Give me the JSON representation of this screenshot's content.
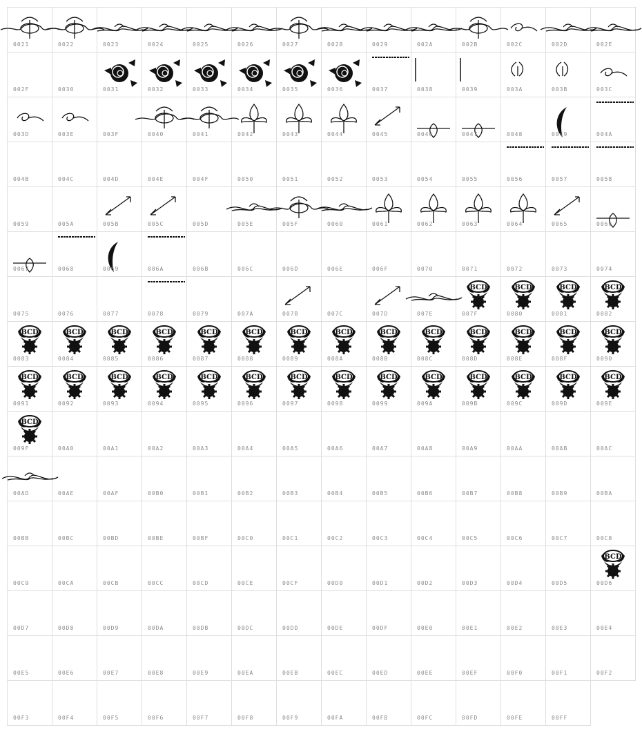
{
  "emblem_text": "BCD",
  "codes": [
    "0021",
    "0022",
    "0023",
    "0024",
    "0025",
    "0026",
    "0027",
    "0028",
    "0029",
    "002A",
    "002B",
    "002C",
    "002D",
    "002E",
    "002F",
    "0030",
    "0031",
    "0032",
    "0033",
    "0034",
    "0035",
    "0036",
    "0037",
    "0038",
    "0039",
    "003A",
    "003B",
    "003C",
    "003D",
    "003E",
    "003F",
    "0040",
    "0041",
    "0042",
    "0043",
    "0044",
    "0045",
    "0046",
    "0047",
    "0048",
    "0049",
    "004A",
    "004B",
    "004C",
    "004D",
    "004E",
    "004F",
    "0050",
    "0051",
    "0052",
    "0053",
    "0054",
    "0055",
    "0056",
    "0057",
    "0058",
    "0059",
    "005A",
    "005B",
    "005C",
    "005D",
    "005E",
    "005F",
    "0060",
    "0061",
    "0062",
    "0063",
    "0064",
    "0065",
    "0066",
    "0067",
    "0068",
    "0069",
    "006A",
    "006B",
    "006C",
    "006D",
    "006E",
    "006F",
    "0070",
    "0071",
    "0072",
    "0073",
    "0074",
    "0075",
    "0076",
    "0077",
    "0078",
    "0079",
    "007A",
    "007B",
    "007C",
    "007D",
    "007E",
    "007F",
    "0080",
    "0081",
    "0082",
    "0083",
    "0084",
    "0085",
    "0086",
    "0087",
    "0088",
    "0089",
    "008A",
    "008B",
    "008C",
    "008D",
    "008E",
    "008F",
    "0090",
    "0091",
    "0092",
    "0093",
    "0094",
    "0095",
    "0096",
    "0097",
    "0098",
    "0099",
    "009A",
    "009B",
    "009C",
    "009D",
    "009E",
    "009F",
    "00A0",
    "00A1",
    "00A2",
    "00A3",
    "00A4",
    "00A5",
    "00A6",
    "00A7",
    "00A8",
    "00A9",
    "00AA",
    "00AB",
    "00AC",
    "00AD",
    "00AE",
    "00AF",
    "00B0",
    "00B1",
    "00B2",
    "00B3",
    "00B4",
    "00B5",
    "00B6",
    "00B7",
    "00B8",
    "00B9",
    "00BA",
    "00BB",
    "00BC",
    "00BD",
    "00BE",
    "00BF",
    "00C0",
    "00C1",
    "00C2",
    "00C3",
    "00C4",
    "00C5",
    "00C6",
    "00C7",
    "00C8",
    "00C9",
    "00CA",
    "00CB",
    "00CC",
    "00CD",
    "00CE",
    "00CF",
    "00D0",
    "00D1",
    "00D2",
    "00D3",
    "00D4",
    "00D5",
    "00D6",
    "00D7",
    "00D8",
    "00D9",
    "00DA",
    "00DB",
    "00DC",
    "00DD",
    "00DE",
    "00DF",
    "00E0",
    "00E1",
    "00E2",
    "00E3",
    "00E4",
    "00E5",
    "00E6",
    "00E7",
    "00E8",
    "00E9",
    "00EA",
    "00EB",
    "00EC",
    "00ED",
    "00EE",
    "00EF",
    "00F0",
    "00F1",
    "00F2",
    "00F3",
    "00F4",
    "00F5",
    "00F6",
    "00F7",
    "00F8",
    "00F9",
    "00FA",
    "00FB",
    "00FC",
    "00FD",
    "00FE",
    "00FF"
  ],
  "glyphs": {
    "0021": "ornament",
    "0022": "ornament",
    "0023": "flourish",
    "0024": "flourish",
    "0025": "flourish",
    "0026": "flourish",
    "0027": "ornament",
    "0028": "flourish",
    "0029": "flourish",
    "002A": "flourish",
    "002B": "ornament",
    "002C": "scroll",
    "002D": "flourish",
    "002E": "flourish",
    "0031": "rose",
    "0032": "rose",
    "0033": "rose",
    "0034": "rose",
    "0035": "rose",
    "0036": "rose",
    "0037": "top-line",
    "0038": "vertical-line",
    "0039": "vertical-line",
    "003A": "leaf",
    "003B": "leaf",
    "003C": "scroll",
    "003D": "scroll",
    "003E": "scroll",
    "0040": "ornament",
    "0041": "ornament",
    "0042": "fleur",
    "0043": "fleur",
    "0044": "fleur",
    "0045": "corner",
    "0046": "drop",
    "0047": "drop",
    "0049": "crescent",
    "004A": "top-line",
    "0056": "top-line",
    "0057": "top-line",
    "0058": "top-line",
    "005B": "corner",
    "005C": "corner",
    "005E": "flourish",
    "005F": "ornament",
    "0060": "flourish",
    "0061": "fleur",
    "0062": "fleur",
    "0063": "fleur",
    "0064": "fleur",
    "0065": "corner",
    "0066": "drop",
    "0067": "drop",
    "0068": "top-line",
    "0069": "crescent",
    "006A": "top-line",
    "0078": "top-line",
    "007B": "corner",
    "007D": "corner",
    "007E": "flourish",
    "007F": "emblem",
    "0080": "emblem",
    "0081": "emblem",
    "0082": "emblem",
    "0083": "emblem",
    "0084": "emblem",
    "0085": "emblem",
    "0086": "emblem",
    "0087": "emblem",
    "0088": "emblem",
    "0089": "emblem",
    "008A": "emblem",
    "008B": "emblem",
    "008C": "emblem",
    "008D": "emblem",
    "008E": "emblem",
    "008F": "emblem",
    "0090": "emblem",
    "0091": "emblem",
    "0092": "emblem",
    "0093": "emblem",
    "0094": "emblem",
    "0095": "emblem",
    "0096": "emblem",
    "0097": "emblem",
    "0098": "emblem",
    "0099": "emblem",
    "009A": "emblem",
    "009B": "emblem",
    "009C": "emblem",
    "009D": "emblem",
    "009E": "emblem",
    "009F": "emblem",
    "00AD": "flourish",
    "00D6": "emblem"
  }
}
